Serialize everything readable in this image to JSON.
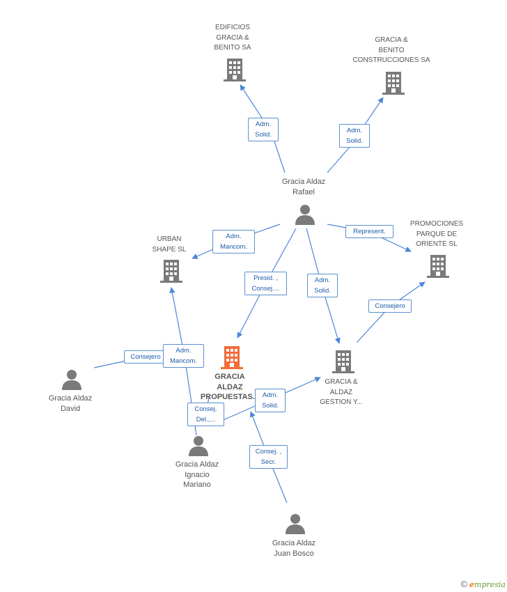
{
  "nodes": {
    "edificios": {
      "lines": [
        "EDIFICIOS",
        "GRACIA &",
        "BENITO SA"
      ],
      "type": "company"
    },
    "construcciones": {
      "lines": [
        "GRACIA &",
        "BENITO",
        "CONSTRUCCIONES SA"
      ],
      "type": "company"
    },
    "rafael": {
      "lines": [
        "Gracia Aldaz",
        "Rafael"
      ],
      "type": "person"
    },
    "urban": {
      "lines": [
        "URBAN",
        "SHAPE SL"
      ],
      "type": "company"
    },
    "promociones": {
      "lines": [
        "PROMOCIONES",
        "PARQUE DE",
        "ORIENTE  SL"
      ],
      "type": "company"
    },
    "propuestas": {
      "lines": [
        "GRACIA",
        "ALDAZ",
        "PROPUESTAS..."
      ],
      "type": "focus-company"
    },
    "gestion": {
      "lines": [
        "GRACIA &",
        "ALDAZ",
        "GESTION Y..."
      ],
      "type": "company"
    },
    "david": {
      "lines": [
        "Gracia Aldaz",
        "David"
      ],
      "type": "person"
    },
    "ignacio": {
      "lines": [
        "Gracia Aldaz",
        "Ignacio",
        "Mariano"
      ],
      "type": "person"
    },
    "juanbosco": {
      "lines": [
        "Gracia Aldaz",
        "Juan Bosco"
      ],
      "type": "person"
    }
  },
  "edges": {
    "rafael_edificios": {
      "lines": [
        "Adm.",
        "Solid."
      ]
    },
    "rafael_construcciones": {
      "lines": [
        "Adm.",
        "Solid."
      ]
    },
    "rafael_urban": {
      "lines": [
        "Adm.",
        "Mancom."
      ]
    },
    "rafael_promociones": {
      "lines": [
        "Represent."
      ]
    },
    "rafael_propuestas": {
      "lines": [
        "Presid. ,",
        "Consej...."
      ]
    },
    "rafael_gestion": {
      "lines": [
        "Adm.",
        "Solid."
      ]
    },
    "gestion_promociones": {
      "lines": [
        "Consejero"
      ]
    },
    "david_urban": {
      "lines": [
        "Consejero"
      ]
    },
    "ignacio_urban": {
      "lines": [
        "Adm.",
        "Mancom."
      ]
    },
    "ignacio_propuestas": {
      "lines": [
        "Consej.",
        "Del.,..."
      ]
    },
    "ignacio_gestion": {
      "lines": [
        "Adm.",
        "Solid."
      ]
    },
    "juanbosco_propuestas": {
      "lines": [
        "Consej. ,",
        "Secr."
      ]
    }
  },
  "colors": {
    "edge": "#4a86d6",
    "company_icon": "#7a7a7a",
    "focus_icon": "#f26b3a",
    "person_icon": "#7a7a7a"
  },
  "footer": {
    "copyright": "©",
    "brand_first": "e",
    "brand_rest": "mpresia"
  }
}
